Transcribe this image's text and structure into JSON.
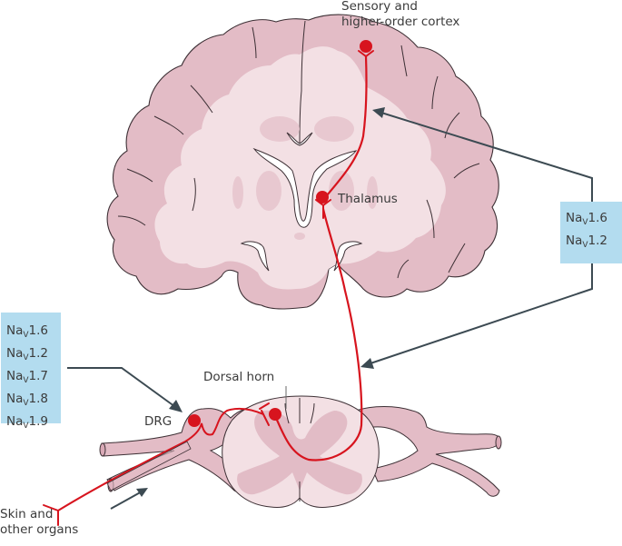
{
  "title": "Sodium channel subtypes along the pain pathway",
  "colors": {
    "neuron": "#d7141e",
    "tissue_outer": "#e3bcc6",
    "tissue_inner": "#f3e0e4",
    "grey_matter": "#deb3bf",
    "outline": "#3d3035",
    "arrow": "#3c4a52",
    "label_box": "#b3dcef"
  },
  "labels": {
    "cortex": [
      "Sensory and",
      "higher-order cortex"
    ],
    "thalamus": "Thalamus",
    "dorsal_horn": "Dorsal horn",
    "drg": "DRG",
    "skin": [
      "Skin and",
      "other organs"
    ]
  },
  "boxes": {
    "central": {
      "channels": [
        {
          "prefix": "Na",
          "sub": "V",
          "num": "1.6"
        },
        {
          "prefix": "Na",
          "sub": "V",
          "num": "1.2"
        }
      ]
    },
    "peripheral": {
      "channels": [
        {
          "prefix": "Na",
          "sub": "V",
          "num": "1.6"
        },
        {
          "prefix": "Na",
          "sub": "V",
          "num": "1.2"
        },
        {
          "prefix": "Na",
          "sub": "V",
          "num": "1.7"
        },
        {
          "prefix": "Na",
          "sub": "V",
          "num": "1.8"
        },
        {
          "prefix": "Na",
          "sub": "V",
          "num": "1.9"
        }
      ]
    }
  }
}
